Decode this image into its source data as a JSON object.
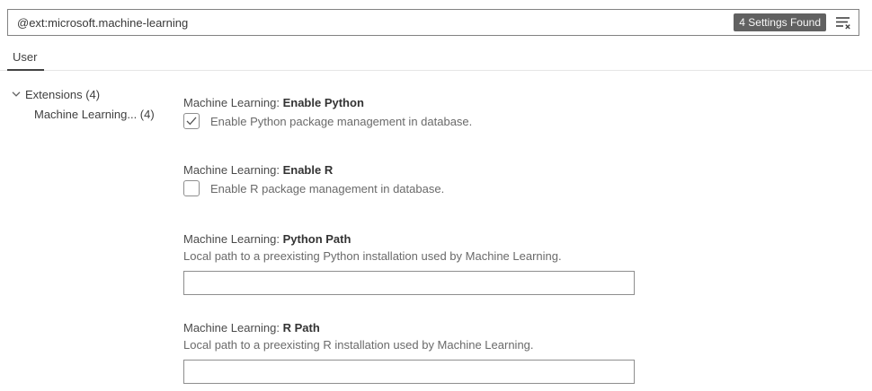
{
  "search": {
    "value": "@ext:microsoft.machine-learning",
    "results_badge": "4 Settings Found",
    "clear_filter_icon": "clear-filter-icon"
  },
  "tabs": [
    {
      "label": "User",
      "active": true
    }
  ],
  "toc": {
    "items": [
      {
        "label": "Extensions (4)",
        "level": 0,
        "expanded": true,
        "icon": "chevron-down-icon"
      },
      {
        "label": "Machine Learning... (4)",
        "level": 1
      }
    ]
  },
  "settings": [
    {
      "category": "Machine Learning:",
      "label": "Enable Python",
      "type": "checkbox",
      "checked": true,
      "description": "Enable Python package management in database."
    },
    {
      "category": "Machine Learning:",
      "label": "Enable R",
      "type": "checkbox",
      "checked": false,
      "description": "Enable R package management in database."
    },
    {
      "category": "Machine Learning:",
      "label": "Python Path",
      "type": "text",
      "value": "",
      "description": "Local path to a preexisting Python installation used by Machine Learning."
    },
    {
      "category": "Machine Learning:",
      "label": "R Path",
      "type": "text",
      "value": "",
      "description": "Local path to a preexisting R installation used by Machine Learning."
    }
  ],
  "colors": {
    "badge_bg": "#616161",
    "badge_text": "#f8f8f8",
    "tab_underline": "#424242",
    "border_gray": "#8e8e8e",
    "divider": "#e6e6e6",
    "text_primary": "#333333",
    "text_secondary": "#6a6a6a",
    "background": "#ffffff"
  }
}
